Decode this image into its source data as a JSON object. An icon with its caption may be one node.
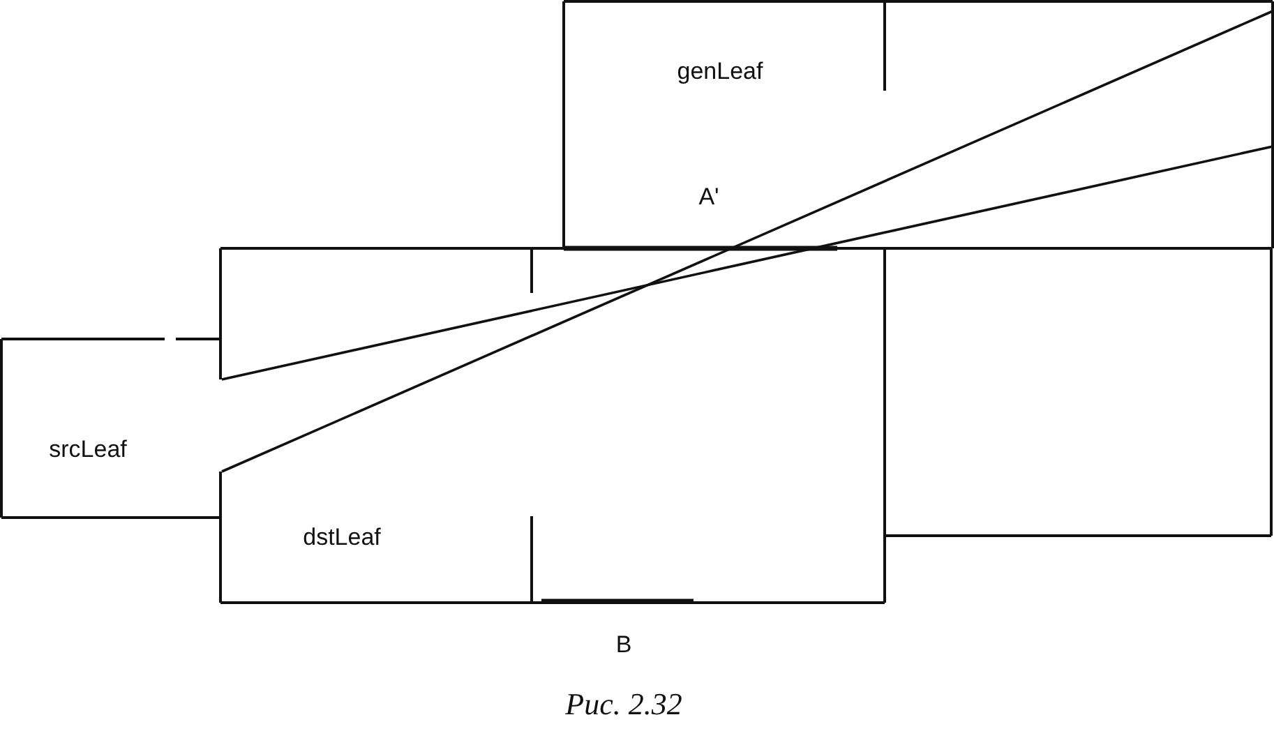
{
  "diagram": {
    "caption": "Рис. 2.32",
    "nodes": [
      {
        "text": [
          "genLeaf"
        ]
      },
      {
        "text": [
          "dstLeaf"
        ]
      },
      {
        "text": [],
        "shape": "box"
      },
      {
        "text": [
          "srcLeaf"
        ]
      }
    ],
    "edges": [
      {
        "from": 1,
        "to": 0,
        "arrow": "none"
      },
      {
        "from": 1,
        "to": 0,
        "arrow": "none"
      }
    ],
    "labels": [
      "A'",
      "B"
    ]
  }
}
